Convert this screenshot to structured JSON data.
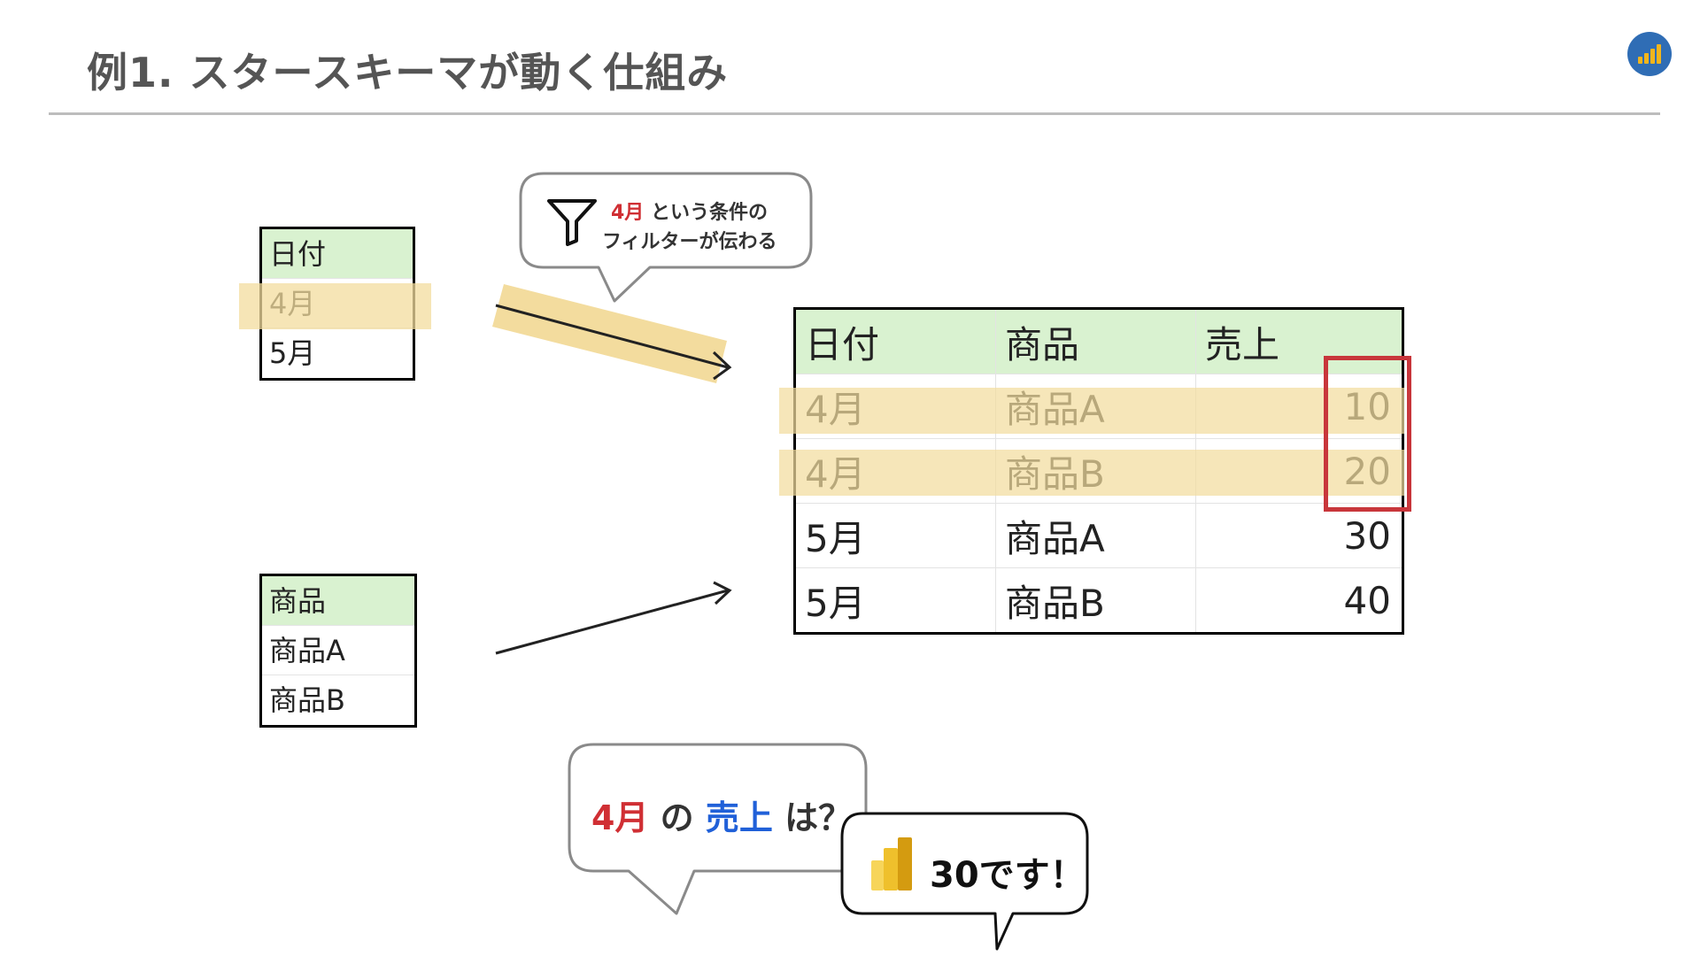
{
  "header": {
    "title": "例1. スタースキーマが動く仕組み"
  },
  "date_table": {
    "header": "日付",
    "rows": [
      "4月",
      "5月"
    ]
  },
  "product_table": {
    "header": "商品",
    "rows": [
      "商品A",
      "商品B"
    ]
  },
  "fact_table": {
    "columns": [
      "日付",
      "商品",
      "売上"
    ],
    "rows": [
      {
        "date": "4月",
        "product": "商品A",
        "sales": "10",
        "highlighted": true
      },
      {
        "date": "4月",
        "product": "商品B",
        "sales": "20",
        "highlighted": true
      },
      {
        "date": "5月",
        "product": "商品A",
        "sales": "30",
        "highlighted": false
      },
      {
        "date": "5月",
        "product": "商品B",
        "sales": "40",
        "highlighted": false
      }
    ]
  },
  "filter_callout": {
    "line1_highlight": "4月",
    "line1_rest": " という条件の",
    "line2": "フィルターが伝わる",
    "icon": "filter-icon"
  },
  "question_bubble": {
    "month": "4月",
    "particle1": " の ",
    "measure": "売上",
    "particle2": " は？"
  },
  "answer_bubble": {
    "text": "30です！",
    "icon": "power-bi-logo-icon"
  },
  "colors": {
    "highlight": "#f3dc9e",
    "header_green": "#d9f2d0",
    "frame_red": "#c8363b",
    "accent_red": "#d02f34",
    "accent_blue": "#2060d8",
    "logo_blue": "#2f6db5",
    "logo_gold": "#f2b51c"
  }
}
